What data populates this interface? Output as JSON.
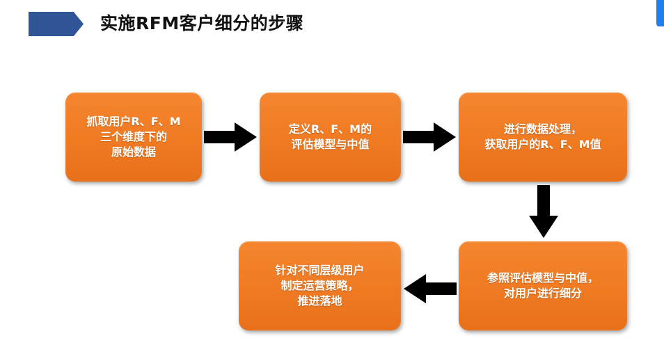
{
  "title": "实施RFM客户细分的步骤",
  "colors": {
    "title_marker": "#2f5597",
    "step_fill": "#ef7a22",
    "arrow": "#000000",
    "edge_tab": "#1e7ff0"
  },
  "steps": [
    {
      "text": "抓取用户R、F、M\n三个维度下的\n原始数据"
    },
    {
      "text": "定义R、F、M的\n评估模型与中值"
    },
    {
      "text": "进行数据处理，\n获取用户的R、F、M值"
    },
    {
      "text": "参照评估模型与中值，\n对用户进行细分"
    },
    {
      "text": "针对不同层级用户\n制定运营策略，\n推进落地"
    }
  ],
  "flow": [
    {
      "from": 1,
      "to": 2,
      "direction": "right"
    },
    {
      "from": 2,
      "to": 3,
      "direction": "right"
    },
    {
      "from": 3,
      "to": 4,
      "direction": "down"
    },
    {
      "from": 4,
      "to": 5,
      "direction": "left"
    }
  ]
}
